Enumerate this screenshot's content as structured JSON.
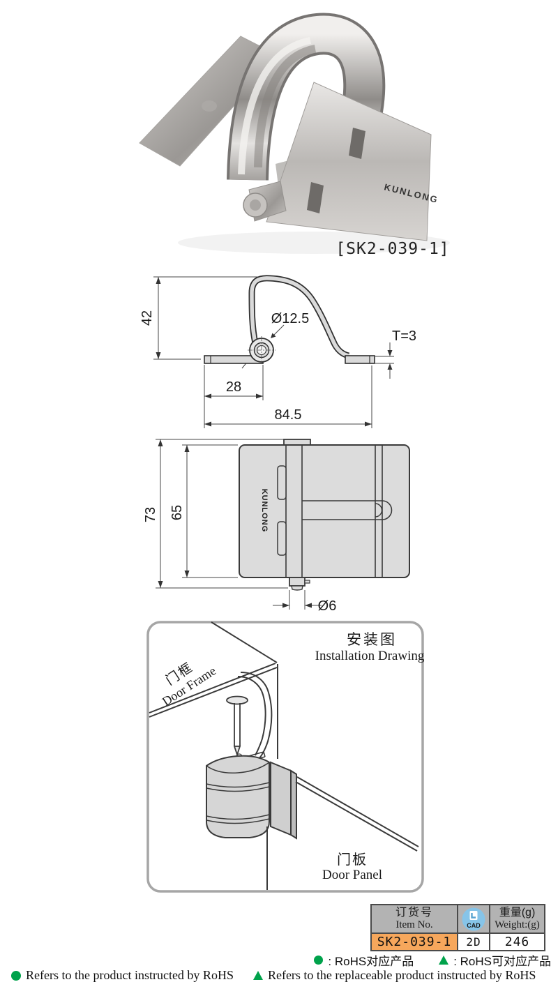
{
  "colors": {
    "accent_orange": "#F6A75C",
    "header_gray": "#B3B3B3",
    "cad_blue": "#86C4E8",
    "rohs_green": "#00A24B"
  },
  "photo": {
    "caption": "[SK2-039-1]",
    "engraving": "KUNLONG"
  },
  "profile_drawing": {
    "height": "42",
    "hole_dia": "Ø12.5",
    "thickness": "T=3",
    "pivot_offset": "28",
    "total_length": "84.5"
  },
  "front_drawing": {
    "total_height": "73",
    "body_height": "65",
    "pin_dia": "Ø6",
    "engraving": "KUNLONG"
  },
  "installation": {
    "title_cn": "安装图",
    "title_en": "Installation Drawing",
    "door_frame_cn": "门框",
    "door_frame_en": "Door Frame",
    "door_panel_cn": "门板",
    "door_panel_en": "Door Panel"
  },
  "spec_table": {
    "item_no_cn": "订货号",
    "item_no_en": "Item No.",
    "cad_icon_label": "CAD",
    "weight_cn": "重量(g)",
    "weight_en": "Weight:(g)",
    "row": {
      "item_no": "SK2-039-1",
      "cad": "2D",
      "weight_g": "246"
    }
  },
  "footer": {
    "legend_dot_cn": ": RoHS对应产品",
    "legend_tri_cn": ": RoHS可对应产品",
    "legend_dot_en": "Refers to the product instructed by RoHS",
    "legend_tri_en": "Refers to the replaceable product instructed by RoHS"
  }
}
